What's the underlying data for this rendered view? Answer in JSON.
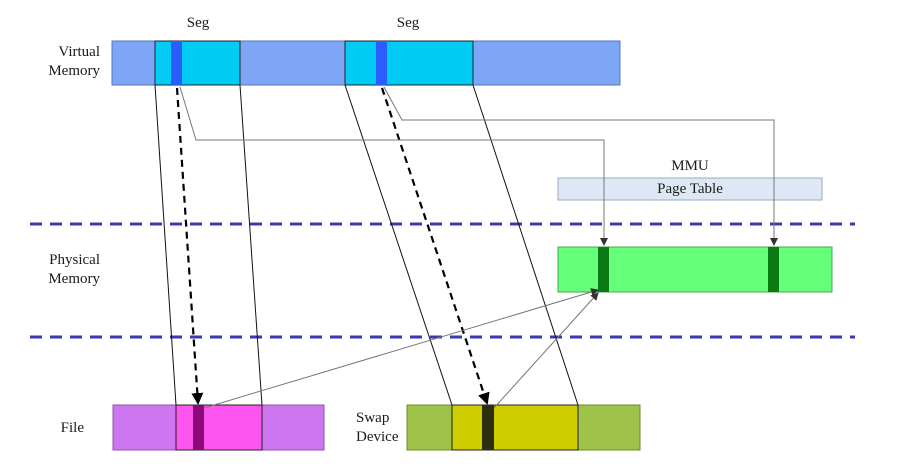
{
  "labels": {
    "seg1": "Seg",
    "seg2": "Seg",
    "virtual_memory": [
      "Virtual",
      "Memory"
    ],
    "physical_memory": [
      "Physical",
      "Memory"
    ],
    "mmu": "MMU",
    "page_table": "Page Table",
    "file": "File",
    "swap_device": [
      "Swap",
      "Device"
    ]
  },
  "colors": {
    "virtual_memory_bar": "#7ea6f6",
    "segment": "#00ccf5",
    "virtual_page": "#2a5cff",
    "page_table_box": "#dde8f4",
    "physical_memory_bar": "#66ff7a",
    "physical_page": "#0c7a12",
    "file_bar": "#cc77f0",
    "file_segment": "#ff55f0",
    "file_page": "#8a0878",
    "swap_bar": "#9ec24a",
    "swap_segment": "#cdcd00",
    "swap_page": "#2f2f10",
    "divider": "#3a3aaa"
  }
}
